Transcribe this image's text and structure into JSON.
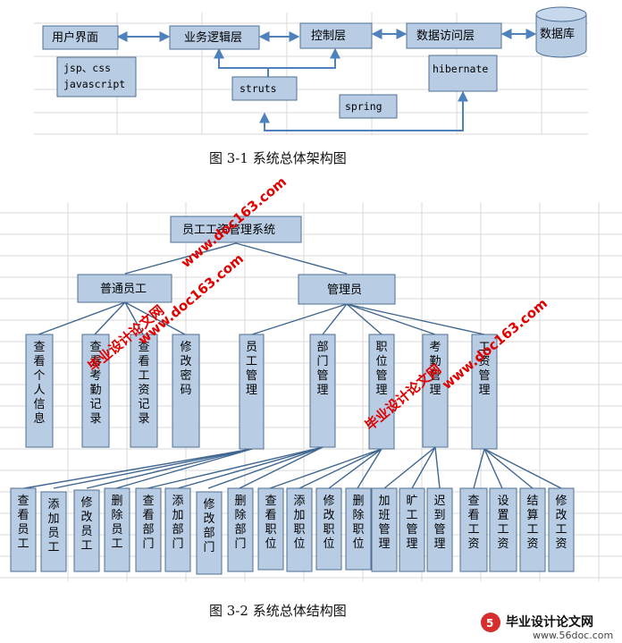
{
  "figure1": {
    "caption": "图 3-1  系统总体架构图",
    "nodes": {
      "ui": "用户界面",
      "business": "业务逻辑层",
      "control": "控制层",
      "data_access": "数据访问层",
      "database": "数据库",
      "ui_tech_line1": "jsp、css",
      "ui_tech_line2": "javascript",
      "struts": "struts",
      "spring": "spring",
      "hibernate": "hibernate"
    }
  },
  "figure2": {
    "caption": "图 3-2  系统总体结构图",
    "root": "员工工资管理系统",
    "roles": [
      "普通员工",
      "管理员"
    ],
    "employee_functions": [
      "查看个人信息",
      "查看考勤记录",
      "查看工资记录",
      "修改密码"
    ],
    "admin_modules": [
      "员工管理",
      "部门管理",
      "职位管理",
      "考勤管理",
      "工资管理"
    ],
    "leaf_functions": [
      "查看员工",
      "添加员工",
      "修改员工",
      "删除员工",
      "查看部门",
      "添加部门",
      "修改部门",
      "删除部门",
      "查看职位",
      "添加职位",
      "修改职位",
      "删除职位",
      "加班管理",
      "旷工管理",
      "迟到管理",
      "查看工资",
      "设置工资",
      "结算工资",
      "修改工资"
    ]
  },
  "watermarks": {
    "site": "www.doc163.com",
    "brand": "毕业设计论文网",
    "footer_site": "www.56doc.com"
  },
  "colors": {
    "box_fill": "#b8cce4",
    "box_stroke": "#4f6f94",
    "arrow": "#4f81bd",
    "watermark": "#e00000"
  }
}
